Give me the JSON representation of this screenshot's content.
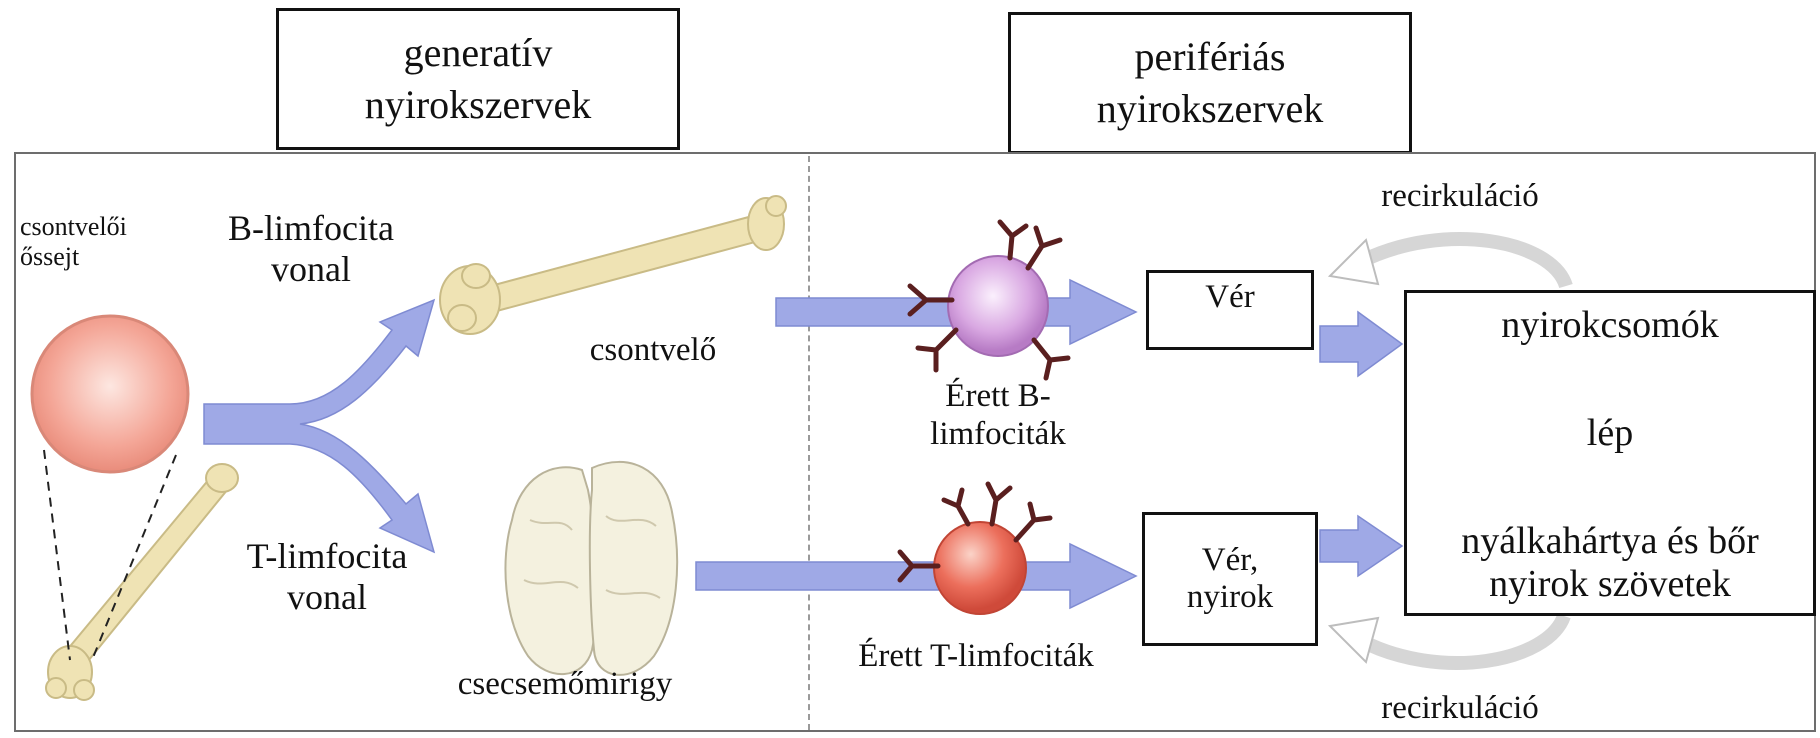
{
  "headers": {
    "generative": {
      "line1": "generatív",
      "line2": "nyirokszervek"
    },
    "peripheral": {
      "line1": "perifériás",
      "line2": "nyirokszervek"
    }
  },
  "stem_cell": {
    "line1": "csontvelői",
    "line2": "őssejt"
  },
  "b_lineage": {
    "line1": "B-limfocita",
    "line2": "vonal"
  },
  "t_lineage": {
    "line1": "T-limfocita",
    "line2": "vonal"
  },
  "bone_marrow": "csontvelő",
  "thymus": "csecsemőmirigy",
  "mature_b": {
    "line1": "Érett B-",
    "line2": "limfociták"
  },
  "mature_t": "Érett T-limfociták",
  "blood_box": "Vér",
  "blood_lymph_box": {
    "line1": "Vér,",
    "line2": "nyirok"
  },
  "recirc_top": "recirkuláció",
  "recirc_bottom": "recirkuláció",
  "organs": {
    "lymph_nodes": "nyirokcsomók",
    "spleen": "lép",
    "mucosa_line1": "nyálkahártya és bőr",
    "mucosa_line2": "nyirok szövetek"
  },
  "colors": {
    "arrow": "#9fa9e6",
    "bone": "#efe3b4",
    "stem_cell": "#f4a697",
    "b_cell": "#d9a8e2",
    "t_cell": "#ec6f5c",
    "receptor": "#5a1f1f",
    "recirc_arrow": "#d6d6d6"
  }
}
